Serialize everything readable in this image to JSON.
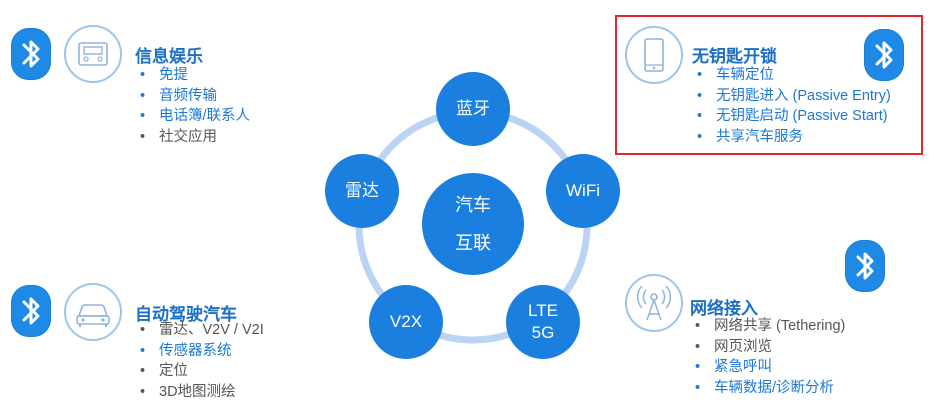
{
  "hub": {
    "center": "汽车\n互联",
    "nodes": [
      {
        "key": "bluetooth",
        "label": "蓝牙"
      },
      {
        "key": "wifi",
        "label": "WiFi"
      },
      {
        "key": "lte",
        "label": "LTE\n5G"
      },
      {
        "key": "v2x",
        "label": "V2X"
      },
      {
        "key": "radar",
        "label": "雷达"
      }
    ]
  },
  "sections": {
    "infotainment": {
      "title": "信息娱乐",
      "icon": "car-radio-icon",
      "items": [
        {
          "text": "免提",
          "tone": "blue"
        },
        {
          "text": "音频传输",
          "tone": "blue"
        },
        {
          "text": "电话簿/联系人",
          "tone": "blue"
        },
        {
          "text": "社交应用",
          "tone": "gray"
        }
      ]
    },
    "keyless": {
      "title": "无钥匙开锁",
      "icon": "smartphone-icon",
      "items": [
        {
          "text": "车辆定位",
          "tone": "blue"
        },
        {
          "text": "无钥匙进入 (Passive Entry)",
          "tone": "blue"
        },
        {
          "text": "无钥匙启动 (Passive Start)",
          "tone": "blue"
        },
        {
          "text": "共享汽车服务",
          "tone": "blue"
        }
      ]
    },
    "autonomous": {
      "title": "自动驾驶汽车",
      "icon": "car-front-icon",
      "items": [
        {
          "text": "雷达、V2V / V2I",
          "tone": "gray"
        },
        {
          "text": "传感器系统",
          "tone": "blue"
        },
        {
          "text": "定位",
          "tone": "gray"
        },
        {
          "text": "3D地图测绘",
          "tone": "gray"
        }
      ]
    },
    "network": {
      "title": "网络接入",
      "icon": "antenna-tower-icon",
      "items": [
        {
          "text": "网络共享 (Tethering)",
          "tone": "gray"
        },
        {
          "text": "网页浏览",
          "tone": "gray"
        },
        {
          "text": "紧急呼叫",
          "tone": "blue"
        },
        {
          "text": "车辆数据/诊断分析",
          "tone": "blue"
        }
      ]
    }
  },
  "colors": {
    "accent": "#1b7fe0",
    "title": "#1b6fc4",
    "ring": "#bcd4f4",
    "highlight": "#e0282e",
    "gray_text": "#555555"
  }
}
